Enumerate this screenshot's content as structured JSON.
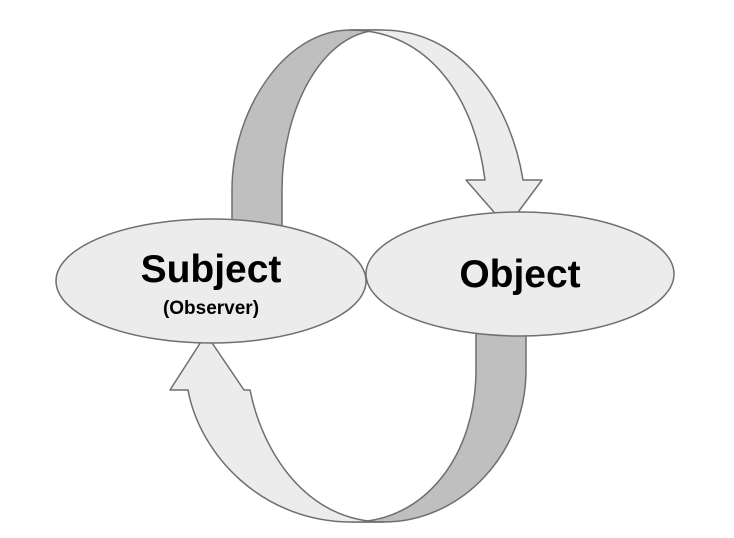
{
  "nodes": {
    "subject": {
      "label": "Subject",
      "sublabel": "(Observer)"
    },
    "object": {
      "label": "Object"
    }
  },
  "colors": {
    "ellipse_fill": "#ececec",
    "band_dark": "#bfbfbf",
    "band_light": "#ececec",
    "stroke": "#6f6f6f",
    "text": "#000000"
  }
}
